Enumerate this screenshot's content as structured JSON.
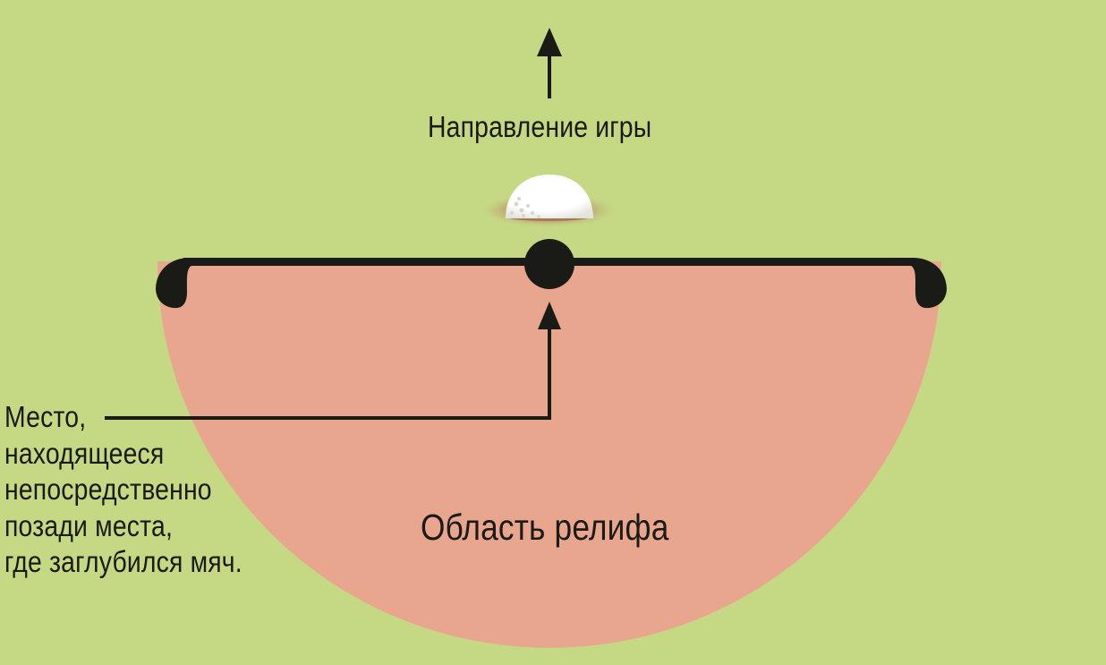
{
  "diagram": {
    "title_direction": "Направление игры",
    "relief_area_label": "Область релифа",
    "spot_label_lines": [
      "Место,",
      "находящееся",
      "непосредственно",
      "позади места,",
      "где заглубился мяч."
    ],
    "colors": {
      "background": "#c5d985",
      "relief_area": "#e9a68f",
      "ink": "#1a1a16",
      "ball": "#ffffff",
      "ball_shadow": "#d8d8d2",
      "pitch_mark": "#b98a6a"
    },
    "elements": {
      "direction_arrow": "up-arrow",
      "ball": "golf-ball-embedded",
      "reference_point": "black-dot",
      "pointer_arrow": "up-arrow",
      "relief_area_shape": "semicircle"
    }
  }
}
